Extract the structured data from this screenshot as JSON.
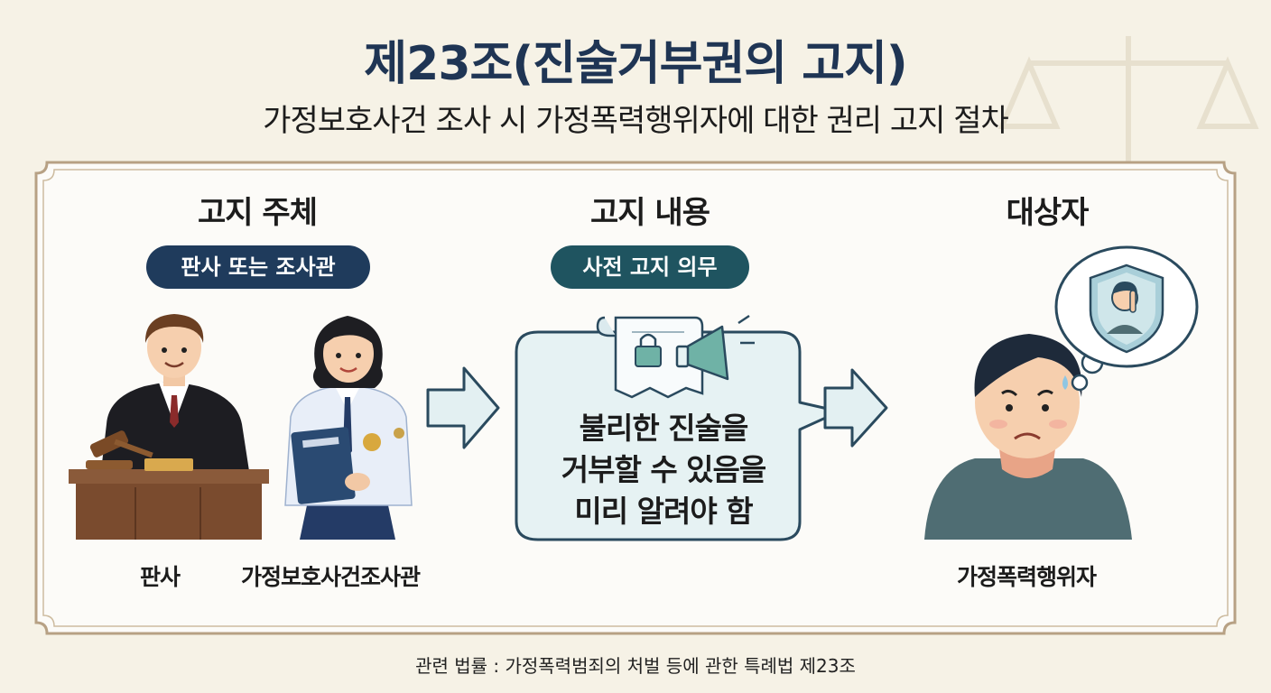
{
  "header": {
    "title": "제23조(진술거부권의 고지)",
    "subtitle": "가정보호사건 조사 시 가정폭력행위자에 대한 권리 고지 절차"
  },
  "columns": {
    "subject": {
      "heading": "고지 주체",
      "badge": "판사 또는 조사관",
      "persons": [
        "판사",
        "가정보호사건조사관"
      ]
    },
    "content": {
      "heading": "고지 내용",
      "badge": "사전 고지 의무",
      "message_lines": [
        "불리한 진술을",
        "거부할 수 있음을",
        "미리 알려야 함"
      ]
    },
    "target": {
      "heading": "대상자",
      "person": "가정폭력행위자"
    }
  },
  "footer": {
    "law_reference": "관련 법률 : 가정폭력범죄의 처벌 등에 관한 특례법 제23조"
  },
  "colors": {
    "navy": "#1f3b5c",
    "teal": "#1f5460",
    "frame": "#b7a184",
    "background": "#f6f2e6",
    "arrow_fill": "#e3f0f2",
    "arrow_stroke": "#2a4a5e"
  },
  "icons": [
    "scales-of-justice-icon",
    "arrow-right-icon",
    "scroll-lock-icon",
    "megaphone-icon",
    "shield-silence-icon",
    "gavel-icon"
  ]
}
